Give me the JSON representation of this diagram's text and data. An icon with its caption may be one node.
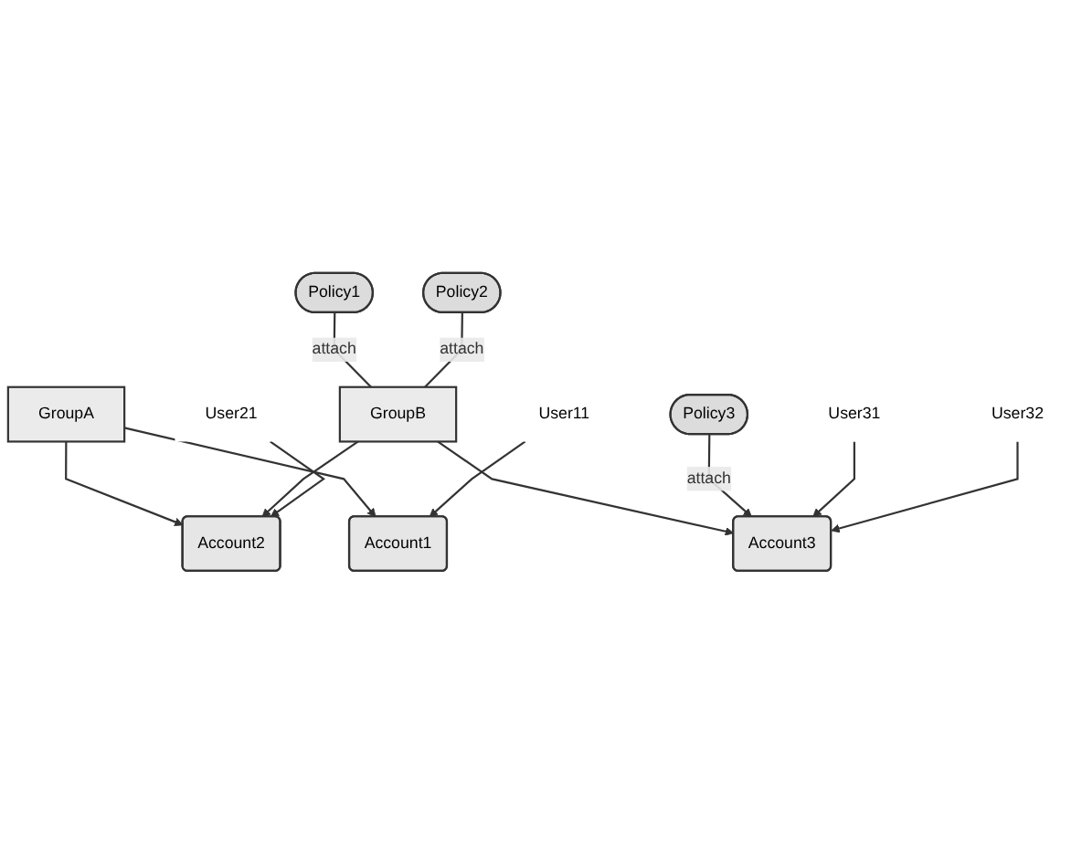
{
  "diagram": {
    "nodes": [
      {
        "text": [
          "Policy1"
        ]
      },
      {
        "text": [
          "Policy2"
        ]
      },
      {
        "text": [
          "GroupA"
        ]
      },
      {
        "text": [
          "GroupB"
        ]
      },
      {
        "text": [
          "Policy3"
        ]
      },
      {
        "text": [
          "Account1"
        ]
      },
      {
        "text": [
          "Account2"
        ]
      },
      {
        "text": [
          "Account3"
        ]
      },
      {
        "text": [
          "User11"
        ]
      },
      {
        "text": [
          "User21"
        ]
      },
      {
        "text": [
          "User31"
        ]
      },
      {
        "text": [
          "User32"
        ]
      }
    ],
    "edges": [
      {
        "from": 0,
        "to": 3,
        "arrow": "none",
        "label": "attach"
      },
      {
        "from": 1,
        "to": 3,
        "arrow": "none",
        "label": "attach"
      },
      {
        "from": 2,
        "to": 5,
        "arrow": "to"
      },
      {
        "from": 2,
        "to": 6,
        "arrow": "to"
      },
      {
        "from": 3,
        "to": 6,
        "arrow": "to"
      },
      {
        "from": 3,
        "to": 7,
        "arrow": "to"
      },
      {
        "from": 4,
        "to": 7,
        "arrow": "to",
        "label": "attach"
      },
      {
        "from": 8,
        "to": 5,
        "arrow": "to"
      },
      {
        "from": 9,
        "to": 6,
        "arrow": "to"
      },
      {
        "from": 10,
        "to": 7,
        "arrow": "to"
      },
      {
        "from": 11,
        "to": 7,
        "arrow": "to"
      }
    ]
  }
}
